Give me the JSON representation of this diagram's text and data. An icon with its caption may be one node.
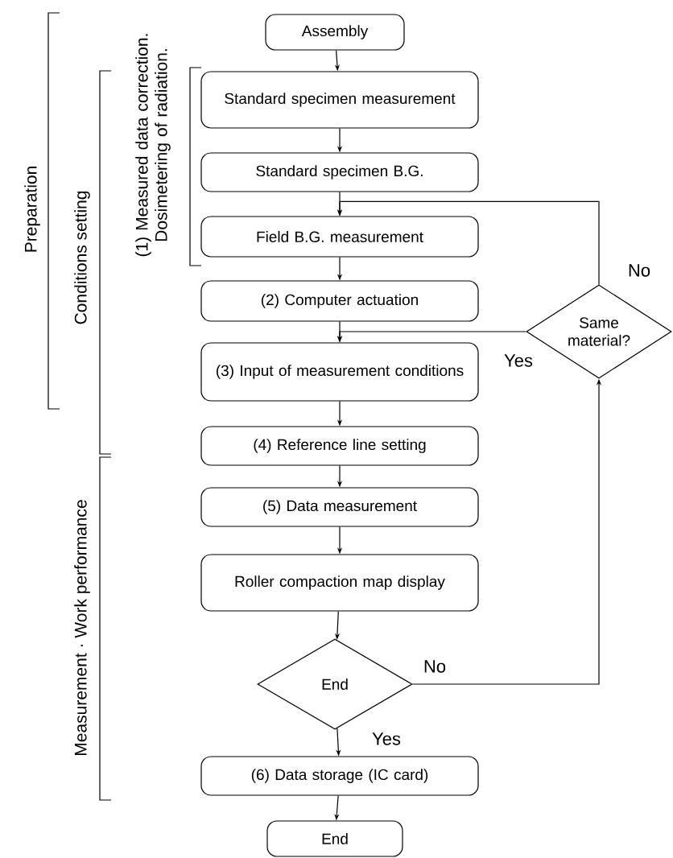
{
  "diagram": {
    "nodes": [
      {
        "text": [
          "Assembly"
        ]
      },
      {
        "text": [
          "Standard specimen measurement"
        ]
      },
      {
        "text": [
          "Standard specimen B.G."
        ]
      },
      {
        "text": [
          "Field B.G. measurement"
        ]
      },
      {
        "text": [
          "(2) Computer actuation"
        ]
      },
      {
        "text": [
          "(3) Input of measurement conditions"
        ]
      },
      {
        "text": [
          "(4) Reference line setting"
        ]
      },
      {
        "text": [
          "(5) Data measurement"
        ]
      },
      {
        "text": [
          "Roller compaction map display"
        ]
      },
      {
        "text": [
          "End"
        ]
      },
      {
        "text": [
          "(6) Data storage (IC card)"
        ]
      },
      {
        "text": [
          "End"
        ]
      },
      {
        "text": [
          "Same material?"
        ]
      }
    ],
    "edges": [
      {
        "from": 0,
        "to": 1,
        "arrow": "to"
      },
      {
        "from": 1,
        "to": 2,
        "arrow": "to"
      },
      {
        "from": 2,
        "to": 3,
        "arrow": "to"
      },
      {
        "from": 3,
        "to": 4,
        "arrow": "to"
      },
      {
        "from": 4,
        "to": 5,
        "arrow": "to"
      },
      {
        "from": 5,
        "to": 6,
        "arrow": "to"
      },
      {
        "from": 6,
        "to": 7,
        "arrow": "to"
      },
      {
        "from": 7,
        "to": 8,
        "arrow": "to"
      },
      {
        "from": 8,
        "to": 9,
        "arrow": "to"
      },
      {
        "from": 9,
        "to": 10,
        "label": "Yes",
        "arrow": "to"
      },
      {
        "from": 10,
        "to": 11,
        "arrow": "to"
      },
      {
        "from": 9,
        "to": 12,
        "label": "No",
        "arrow": "to"
      },
      {
        "from": 12,
        "to": 3,
        "label": "No",
        "arrow": "to"
      },
      {
        "from": 12,
        "to": 5,
        "label": "Yes",
        "arrow": "to"
      }
    ],
    "labels": [
      "Preparation",
      "Conditions setting",
      "(1) Measured data correction. Dosimetering of radiation.",
      "Measurement · Work performance"
    ]
  }
}
